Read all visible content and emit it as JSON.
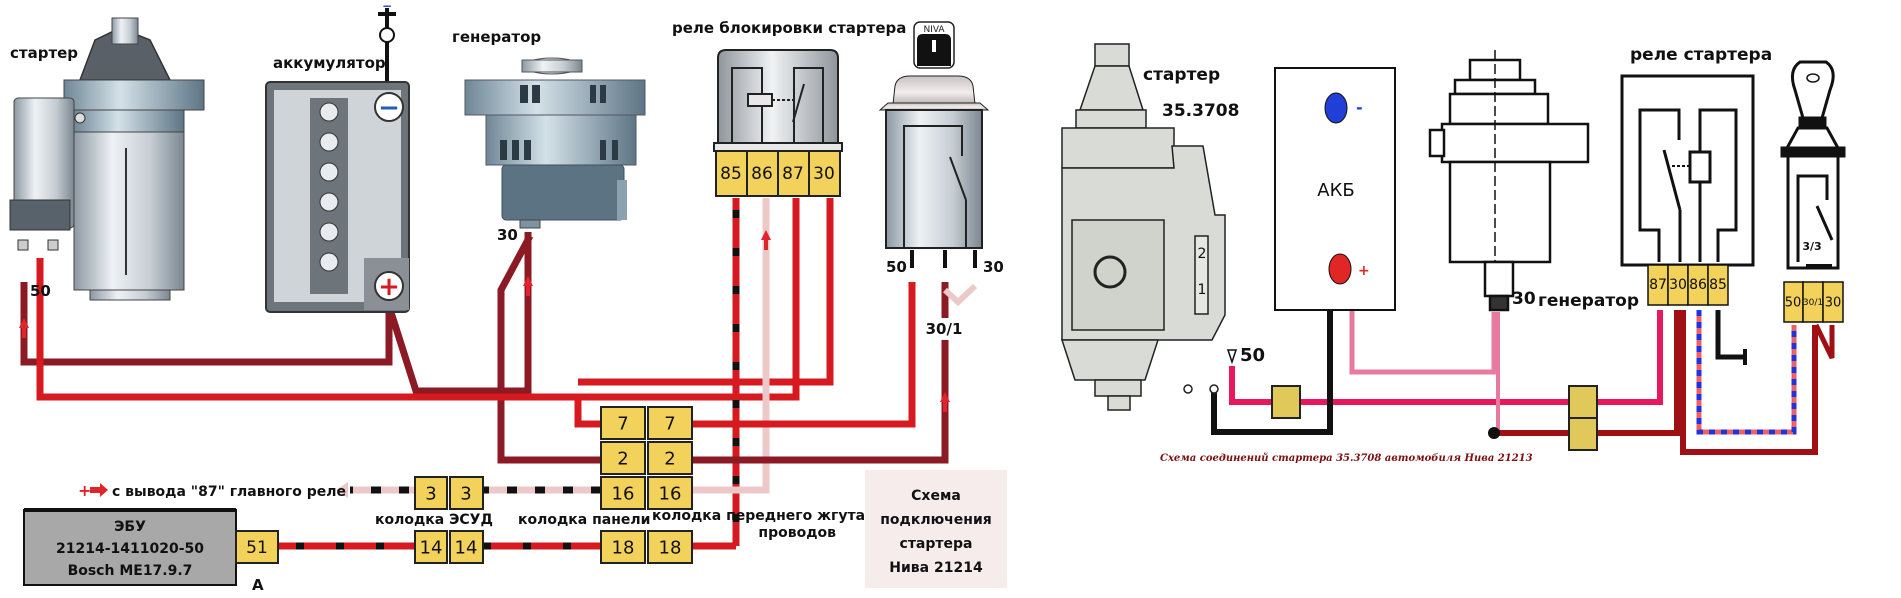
{
  "left_schematic": {
    "components": {
      "starter": "стартер",
      "battery": "аккумулятор",
      "generator": "генератор",
      "blocking_relay": "реле блокировки стартера",
      "ignition_switch_badge": "NIVA"
    },
    "battery_terminals": {
      "negative": "−",
      "positive": "+",
      "top_negative": "−"
    },
    "terminal_labels": {
      "starter_50": "50",
      "generator_30": "30",
      "ignition_50": "50",
      "ignition_30": "30",
      "ignition_30_1": "30/1"
    },
    "relay_pins": [
      "85",
      "86",
      "87",
      "30"
    ],
    "connectors": {
      "panel_col_a": [
        "7",
        "2",
        "16"
      ],
      "panel_col_b": [
        "7",
        "2",
        "16"
      ],
      "pin18": [
        "18",
        "18"
      ],
      "esud": [
        "3",
        "3"
      ],
      "esud_14": [
        "14",
        "14"
      ],
      "ecu_pin": "51"
    },
    "connector_labels": {
      "esud": "колодка ЭСУД",
      "panel": "колодка панели",
      "front_harness_line1": "колодка переднего жгута",
      "front_harness_line2": "проводов"
    },
    "main_relay_note": "с вывода \"87\" главного реле",
    "main_relay_plus": "+",
    "ecu": {
      "line1": "ЭБУ",
      "line2": "21214-1411020-50",
      "line3": "Bosch ME17.9.7",
      "connector_label": "A"
    },
    "title_box": [
      "Схема",
      "подключения",
      "стартера",
      "Нива 21214"
    ]
  },
  "right_schematic": {
    "starter_label": "стартер",
    "starter_model": "35.3708",
    "battery_label": "АКБ",
    "battery_neg": "-",
    "battery_pos": "+",
    "solenoid_terms": [
      "2",
      "1"
    ],
    "starter_terminal": "50",
    "generator_label": "генератор",
    "generator_terminal": "30",
    "relay_label": "реле стартера",
    "relay_pins": [
      "87",
      "30",
      "86",
      "85"
    ],
    "ignition_code": "3/3",
    "ignition_pins": [
      "50",
      "30/1",
      "30"
    ],
    "caption": "Схема соединений стартера 35.3708 автомобиля Нива 21213"
  },
  "colors": {
    "wire_red": "#d71920",
    "wire_darkred": "#8b1a24",
    "wire_pink": "#ecc8c8",
    "wire_magenta": "#e8185f",
    "wire_rose": "#e87aa0",
    "connector_yellow": "#f2d25a",
    "ecu_gray": "#a8a8a8",
    "title_bg": "#f7ecec",
    "caption_color": "#7a1010",
    "neg_blue": "#1f3fd6",
    "pos_red": "#e22626",
    "starter_gray": "#d9dcd6"
  }
}
